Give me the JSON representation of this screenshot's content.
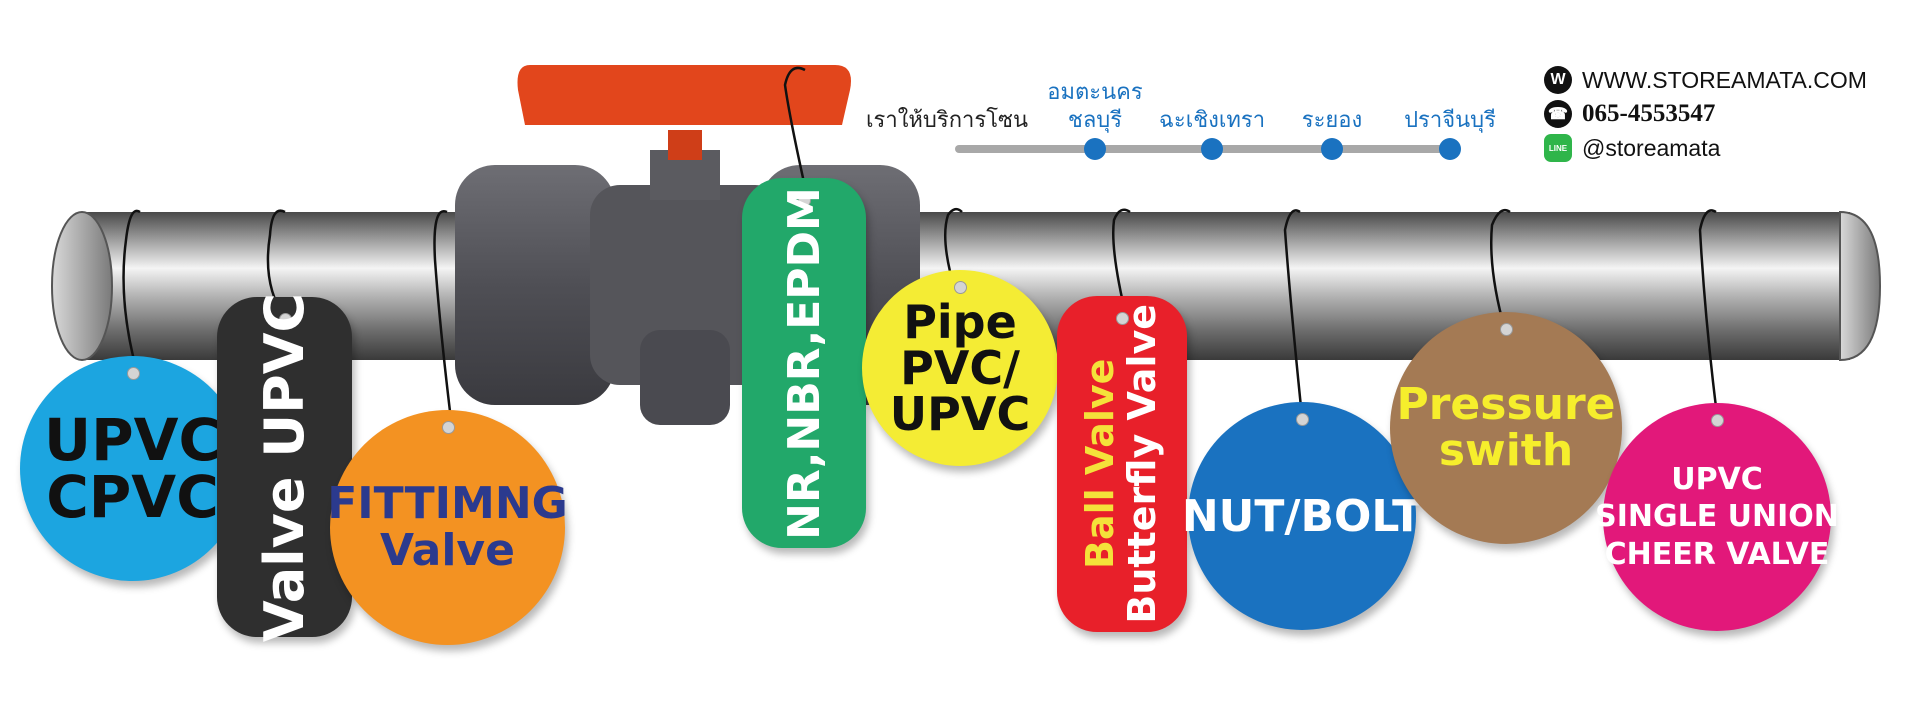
{
  "tags": [
    {
      "id": "upvc-cpvc",
      "lines": [
        "UPVC",
        "CPVC"
      ],
      "bg": "#1ca5e0",
      "fg": "#111111"
    },
    {
      "id": "valve-upvc",
      "lines": [
        "Valve UPVC"
      ],
      "bg": "#2f2f2f",
      "fg": "#ffffff"
    },
    {
      "id": "fittimng-valve",
      "lines": [
        "FITTIMNG",
        "Valve"
      ],
      "bg": "#f39222",
      "fg": "#2b3a8e"
    },
    {
      "id": "nr-nbr-epdm",
      "lines": [
        "NR,NBR,EPDM"
      ],
      "bg": "#22a86a",
      "fg": "#ffffff"
    },
    {
      "id": "pipe-pvc-upvc",
      "lines": [
        "Pipe",
        "PVC/",
        "UPVC"
      ],
      "bg": "#f4ec34",
      "fg": "#111111"
    },
    {
      "id": "ball-butterfly",
      "lines": [
        "Ball Valve",
        "Butterfly Valve"
      ],
      "bg": "#e8202a",
      "fg": "#f4e23a",
      "fg2": "#ffffff"
    },
    {
      "id": "nut-bolt",
      "lines": [
        "NUT/BOLT"
      ],
      "bg": "#1a72c0",
      "fg": "#ffffff"
    },
    {
      "id": "pressure-swith",
      "lines": [
        "Pressure",
        "swith"
      ],
      "bg": "#a47a54",
      "fg": "#f6ee2c"
    },
    {
      "id": "upvc-single-union",
      "lines": [
        "UPVC",
        "SINGLE UNION",
        "CHEER VALVE"
      ],
      "bg": "#e2187a",
      "fg": "#ffffff"
    }
  ],
  "zone": {
    "label": "เราให้บริการโซน",
    "areas": [
      "อมตะนคร",
      "ชลบุรี",
      "ฉะเชิงเทรา",
      "ระยอง",
      "ปราจีนบุรี"
    ],
    "accent": "#1a72c0"
  },
  "contact": {
    "website": "WWW.STOREAMATA.COM",
    "website_icon": "W",
    "phone": "065-4553547",
    "line_id": "@storeamata",
    "line_icon": "LINE"
  },
  "colors": {
    "pipe": "#8e8e8e",
    "valve_body": "#5b5b60",
    "valve_handle": "#e2461c"
  }
}
